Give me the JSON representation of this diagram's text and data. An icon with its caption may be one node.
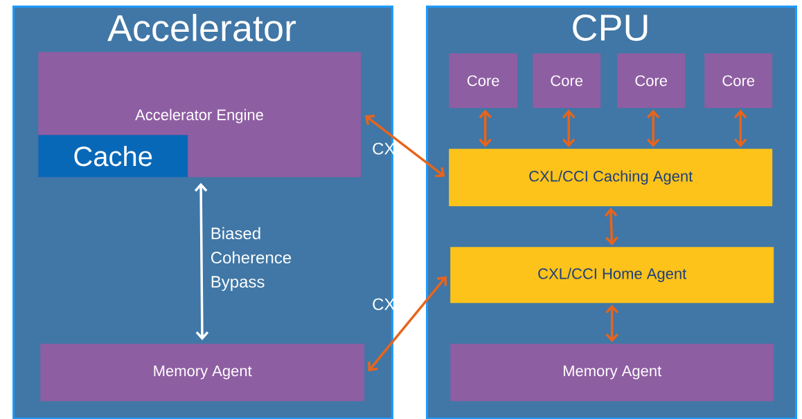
{
  "diagram": {
    "nodes": [
      {
        "text": [
          "Accelerator"
        ]
      },
      {
        "text": [
          "Accelerator Engine"
        ],
        "in": 0
      },
      {
        "text": [
          "Cache"
        ],
        "in": 1
      },
      {
        "text": [
          "Memory Agent"
        ],
        "in": 0
      },
      {
        "text": [
          "CPU"
        ]
      },
      {
        "text": [
          "Core"
        ],
        "in": 4
      },
      {
        "text": [
          "Core"
        ],
        "in": 4
      },
      {
        "text": [
          "Core"
        ],
        "in": 4
      },
      {
        "text": [
          "Core"
        ],
        "in": 4
      },
      {
        "text": [
          "CXL/CCI Caching Agent"
        ],
        "in": 4
      },
      {
        "text": [
          "CXL/CCI Home Agent"
        ],
        "in": 4
      },
      {
        "text": [
          "Memory Agent"
        ],
        "in": 4
      }
    ],
    "edges": [
      {
        "from": 1,
        "to": 3,
        "arrow": "both",
        "label": "Biased Coherence Bypass",
        "color": "#ffffff"
      },
      {
        "from": 1,
        "to": 9,
        "arrow": "both"
      },
      {
        "from": 3,
        "to": 10,
        "arrow": "both"
      },
      {
        "from": 5,
        "to": 9,
        "arrow": "both"
      },
      {
        "from": 6,
        "to": 9,
        "arrow": "both"
      },
      {
        "from": 7,
        "to": 9,
        "arrow": "both"
      },
      {
        "from": 8,
        "to": 9,
        "arrow": "both"
      },
      {
        "from": 9,
        "to": 10,
        "arrow": "both"
      },
      {
        "from": 10,
        "to": 11,
        "arrow": "both"
      }
    ],
    "labels": [
      "CX",
      "CX"
    ]
  }
}
